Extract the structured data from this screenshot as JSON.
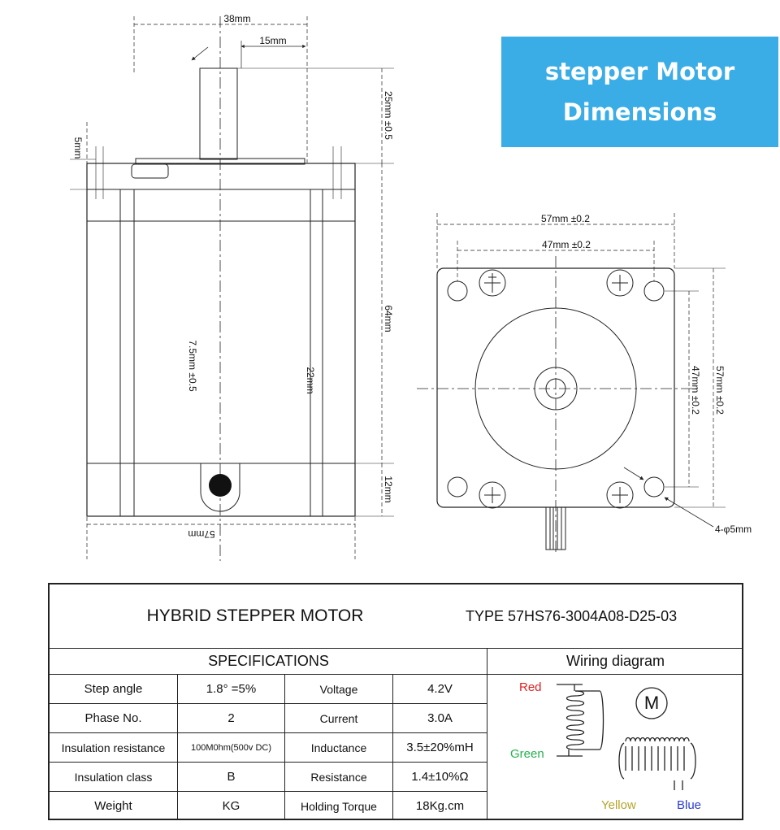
{
  "banner": {
    "line1": "stepper Motor",
    "line2": "Dimensions"
  },
  "side_view": {
    "dim_total_width": "38mm",
    "dim_shaft_flat": "15mm",
    "dim_shaft_length": "25mm ±0.5",
    "dim_boss": "5mm",
    "dim_body_length": "64mm",
    "dim_shaft_dia": "7.5mm ±0.5",
    "dim_22": "22mm",
    "dim_12": "12mm",
    "dim_57": "57mm"
  },
  "front_view": {
    "dim_width": "57mm  ±0.2",
    "dim_hole_spacing": "47mm  ±0.2",
    "dim_height": "57mm  ±0.2",
    "dim_hole_spacing_v": "47mm  ±0.2",
    "hole_note": "4-φ5mm"
  },
  "table": {
    "title": "HYBRID STEPPER MOTOR",
    "type": "TYPE 57HS76-3004A08-D25-03",
    "specs_header": "SPECIFICATIONS",
    "wiring_header": "Wiring diagram",
    "rows": [
      {
        "label": "Step angle",
        "value": "1.8°  =5%",
        "label2": "Voltage",
        "value2": "4.2V"
      },
      {
        "label": "Phase No.",
        "value": "2",
        "label2": "Current",
        "value2": "3.0A"
      },
      {
        "label": "Insulation resistance",
        "value": "100M0hm(500v DC)",
        "label2": "Inductance",
        "value2": "3.5±20%mH"
      },
      {
        "label": "Insulation class",
        "value": "B",
        "label2": "Resistance",
        "value2": "1.4±10%Ω"
      },
      {
        "label": "Weight",
        "value": "KG",
        "label2": "Holding Torque",
        "value2": "18Kg.cm"
      }
    ],
    "wiring": {
      "red": "Red",
      "green": "Green",
      "yellow": "Yellow",
      "blue": "Blue",
      "motor_symbol": "M",
      "colors": {
        "red": "#e02020",
        "green": "#22b14c",
        "yellow": "#b5a52a",
        "blue": "#2a3ad6"
      }
    }
  }
}
